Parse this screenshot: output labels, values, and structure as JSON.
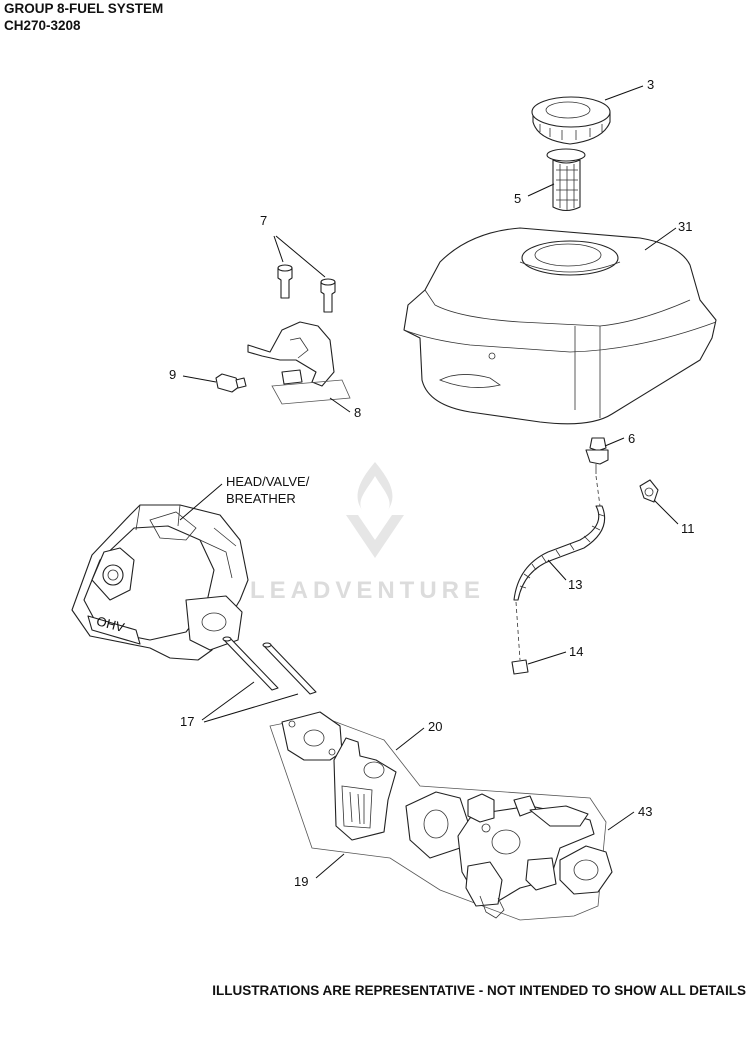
{
  "header": {
    "title": "GROUP 8-FUEL SYSTEM",
    "model": "CH270-3208"
  },
  "watermark": {
    "text": "LEADVENTURE"
  },
  "callouts": {
    "c3": "3",
    "c5": "5",
    "c31": "31",
    "c7": "7",
    "c9": "9",
    "c8": "8",
    "c6": "6",
    "c11": "11",
    "c13": "13",
    "c14": "14",
    "head_line1": "HEAD/VALVE/",
    "head_line2": "BREATHER",
    "c17": "17",
    "c20": "20",
    "c43": "43",
    "c19": "19"
  },
  "engine_label": "OHV",
  "footer": "ILLUSTRATIONS ARE REPRESENTATIVE - NOT INTENDED TO SHOW ALL DETAILS"
}
